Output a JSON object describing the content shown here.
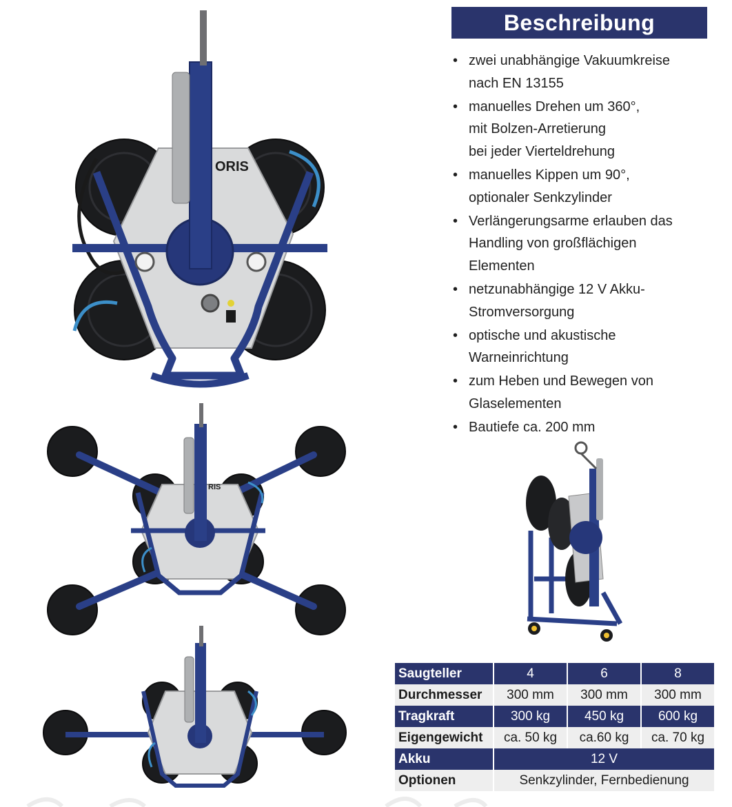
{
  "heading": "Beschreibung",
  "bullets": [
    [
      "zwei unabhängige Vakuumkreise",
      "nach EN 13155"
    ],
    [
      "manuelles Drehen um 360°,",
      "mit Bolzen-Arretierung",
      "bei jeder Vierteldrehung"
    ],
    [
      "manuelles Kippen um 90°,",
      "optionaler Senkzylinder"
    ],
    [
      "Verlängerungsarme erlauben das",
      "Handling von großflächigen",
      "Elementen"
    ],
    [
      "netzunabhängige 12 V Akku-",
      "Stromversorgung"
    ],
    [
      "optische und akustische",
      " Warneinrichtung"
    ],
    [
      "zum Heben und Bewegen von",
      "Glaselementen"
    ],
    [
      "Bautiefe ca. 200 mm"
    ]
  ],
  "table": {
    "rows": [
      {
        "label": "Saugteller",
        "cells": [
          "4",
          "6",
          "8"
        ],
        "style": "dark"
      },
      {
        "label": "Durchmesser",
        "cells": [
          "300 mm",
          "300 mm",
          "300 mm"
        ],
        "style": "light"
      },
      {
        "label": "Tragkraft",
        "cells": [
          "300 kg",
          "450 kg",
          "600 kg"
        ],
        "style": "dark"
      },
      {
        "label": "Eigengewicht",
        "cells": [
          "ca. 50 kg",
          "ca.60 kg",
          "ca. 70 kg"
        ],
        "style": "light"
      },
      {
        "label": "Akku",
        "cells": [
          "12 V"
        ],
        "style": "dark"
      },
      {
        "label": "Optionen",
        "cells": [
          "Senkzylinder, Fernbedienung"
        ],
        "style": "light"
      }
    ]
  },
  "images": {
    "plate_label": "ORIS",
    "plate_label_small": "RIS"
  },
  "colors": {
    "frame_blue": "#2a3f87",
    "header_bg": "#2a346c",
    "panel_grey": "#d9dadb",
    "cup_black": "#1b1c1e",
    "hose_blue": "#3c8fc9"
  }
}
